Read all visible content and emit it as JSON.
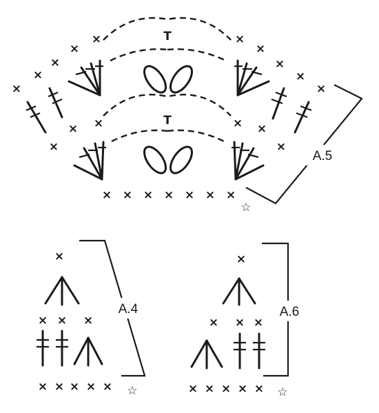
{
  "diagram": {
    "charts": [
      {
        "label": "A.5"
      },
      {
        "label": "A.4"
      },
      {
        "label": "A.6"
      }
    ],
    "symbols": {
      "single_crochet": "×",
      "slip_stitch": "T",
      "start_marker": "☆"
    }
  }
}
